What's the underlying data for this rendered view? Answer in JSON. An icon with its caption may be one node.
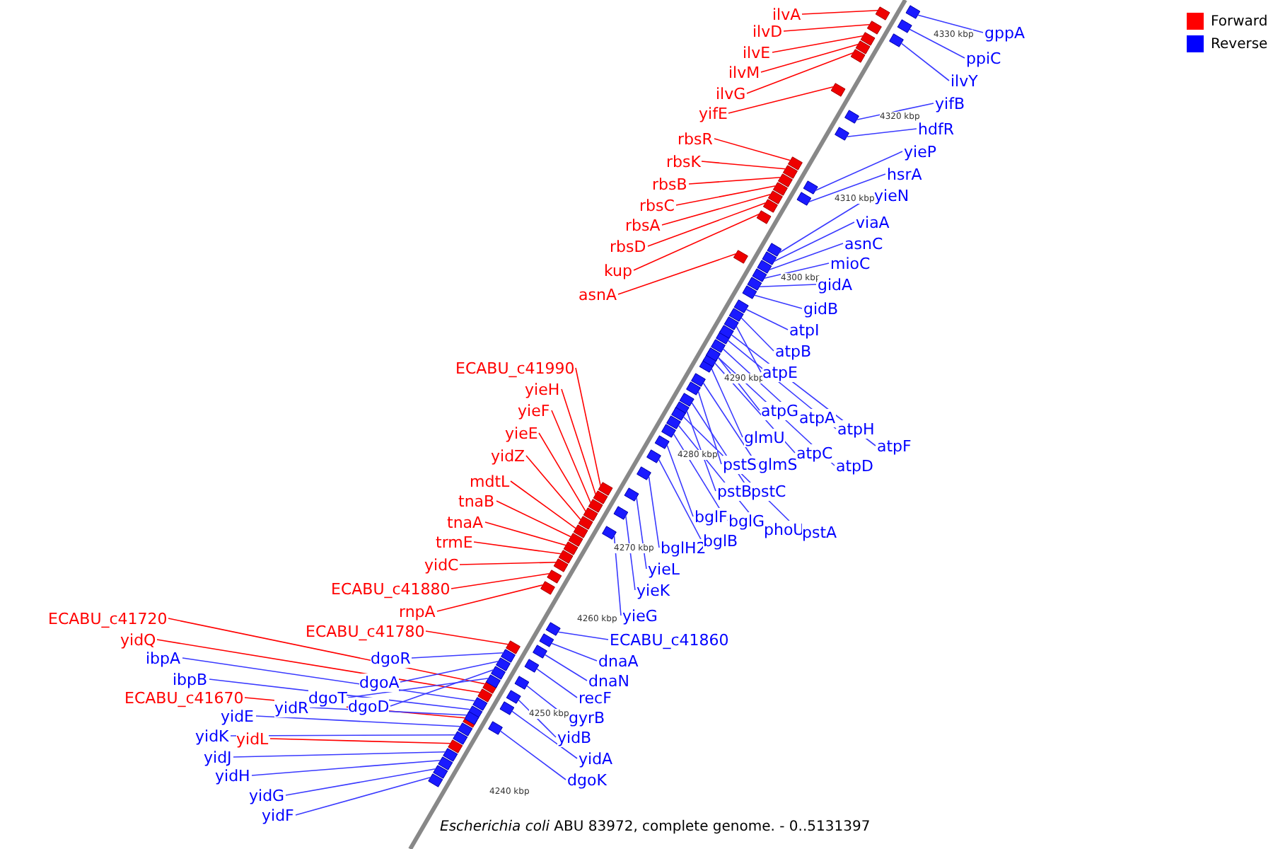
{
  "diagram": {
    "caption": "*Escherichia coli* ABU 83972, complete genome. - 0..5131397",
    "nodes": [
      {
        "text": [
          "ilvA"
        ]
      },
      {
        "text": [
          "ilvD"
        ]
      },
      {
        "text": [
          "ilvE"
        ]
      },
      {
        "text": [
          "ilvM"
        ]
      },
      {
        "text": [
          "ilvG"
        ]
      },
      {
        "text": [
          "yifE"
        ]
      },
      {
        "text": [
          "rbsR"
        ]
      },
      {
        "text": [
          "rbsK"
        ]
      },
      {
        "text": [
          "rbsB"
        ]
      },
      {
        "text": [
          "rbsC"
        ]
      },
      {
        "text": [
          "rbsA"
        ]
      },
      {
        "text": [
          "rbsD"
        ]
      },
      {
        "text": [
          "kup"
        ]
      },
      {
        "text": [
          "asnA"
        ]
      },
      {
        "text": [
          "ECABU_c41990"
        ]
      },
      {
        "text": [
          "yieH"
        ]
      },
      {
        "text": [
          "yieF"
        ]
      },
      {
        "text": [
          "yieE"
        ]
      },
      {
        "text": [
          "yidZ"
        ]
      },
      {
        "text": [
          "mdtL"
        ]
      },
      {
        "text": [
          "tnaB"
        ]
      },
      {
        "text": [
          "tnaA"
        ]
      },
      {
        "text": [
          "trmE"
        ]
      },
      {
        "text": [
          "yidC"
        ]
      },
      {
        "text": [
          "ECABU_c41880"
        ]
      },
      {
        "text": [
          "rnpA"
        ]
      },
      {
        "text": [
          "ECABU_c41780"
        ]
      },
      {
        "text": [
          "ECABU_c41720"
        ]
      },
      {
        "text": [
          "yidQ"
        ]
      },
      {
        "text": [
          "ibpA"
        ]
      },
      {
        "text": [
          "ibpB"
        ]
      },
      {
        "text": [
          "ECABU_c41670"
        ]
      },
      {
        "text": [
          "yidE"
        ]
      },
      {
        "text": [
          "yidK"
        ]
      },
      {
        "text": [
          "yidL"
        ]
      },
      {
        "text": [
          "yidJ"
        ]
      },
      {
        "text": [
          "yidH"
        ]
      },
      {
        "text": [
          "yidG"
        ]
      },
      {
        "text": [
          "yidF"
        ]
      },
      {
        "text": [
          "yidR"
        ]
      },
      {
        "text": [
          "dgoT"
        ]
      },
      {
        "text": [
          "dgoD"
        ]
      },
      {
        "text": [
          "dgoR"
        ]
      },
      {
        "text": [
          "dgoA"
        ]
      },
      {
        "text": [
          "gppA"
        ]
      },
      {
        "text": [
          "ppiC"
        ]
      },
      {
        "text": [
          "ilvY"
        ]
      },
      {
        "text": [
          "yifB"
        ]
      },
      {
        "text": [
          "hdfR"
        ]
      },
      {
        "text": [
          "yieP"
        ]
      },
      {
        "text": [
          "hsrA"
        ]
      },
      {
        "text": [
          "yieN"
        ]
      },
      {
        "text": [
          "viaA"
        ]
      },
      {
        "text": [
          "asnC"
        ]
      },
      {
        "text": [
          "mioC"
        ]
      },
      {
        "text": [
          "gidA"
        ]
      },
      {
        "text": [
          "gidB"
        ]
      },
      {
        "text": [
          "atpI"
        ]
      },
      {
        "text": [
          "atpB"
        ]
      },
      {
        "text": [
          "atpE"
        ]
      },
      {
        "text": [
          "atpG"
        ]
      },
      {
        "text": [
          "atpA"
        ]
      },
      {
        "text": [
          "atpH"
        ]
      },
      {
        "text": [
          "atpF"
        ]
      },
      {
        "text": [
          "glmU"
        ]
      },
      {
        "text": [
          "atpC"
        ]
      },
      {
        "text": [
          "atpD"
        ]
      },
      {
        "text": [
          "pstS"
        ]
      },
      {
        "text": [
          "glmS"
        ]
      },
      {
        "text": [
          "pstB"
        ]
      },
      {
        "text": [
          "pstC"
        ]
      },
      {
        "text": [
          "bglF"
        ]
      },
      {
        "text": [
          "bglG"
        ]
      },
      {
        "text": [
          "phoU"
        ]
      },
      {
        "text": [
          "pstA"
        ]
      },
      {
        "text": [
          "bglH2"
        ]
      },
      {
        "text": [
          "bglB"
        ]
      },
      {
        "text": [
          "yieL"
        ]
      },
      {
        "text": [
          "yieK"
        ]
      },
      {
        "text": [
          "yieG"
        ]
      },
      {
        "text": [
          "ECABU_c41860"
        ]
      },
      {
        "text": [
          "dnaA"
        ]
      },
      {
        "text": [
          "dnaN"
        ]
      },
      {
        "text": [
          "recF"
        ]
      },
      {
        "text": [
          "gyrB"
        ]
      },
      {
        "text": [
          "yidB"
        ]
      },
      {
        "text": [
          "yidA"
        ]
      },
      {
        "text": [
          "dgoK"
        ]
      },
      {
        "text": [],
        "shape": "box"
      },
      {
        "text": [],
        "shape": "box"
      },
      {
        "text": [],
        "shape": "box"
      },
      {
        "text": [],
        "shape": "box"
      },
      {
        "text": [],
        "shape": "box"
      },
      {
        "text": [],
        "shape": "box"
      },
      {
        "text": [],
        "shape": "box"
      },
      {
        "text": [],
        "shape": "box"
      },
      {
        "text": [],
        "shape": "box"
      },
      {
        "text": [],
        "shape": "box"
      },
      {
        "text": [],
        "shape": "box"
      },
      {
        "text": [],
        "shape": "box"
      },
      {
        "text": [],
        "shape": "box"
      },
      {
        "text": [],
        "shape": "box"
      },
      {
        "text": [],
        "shape": "box"
      },
      {
        "text": [],
        "shape": "box"
      },
      {
        "text": [],
        "shape": "box"
      },
      {
        "text": [],
        "shape": "box"
      },
      {
        "text": [],
        "shape": "box"
      },
      {
        "text": [],
        "shape": "box"
      },
      {
        "text": [],
        "shape": "box"
      },
      {
        "text": [],
        "shape": "box"
      },
      {
        "text": [],
        "shape": "box"
      },
      {
        "text": [],
        "shape": "box"
      },
      {
        "text": [],
        "shape": "box"
      },
      {
        "text": [],
        "shape": "box"
      },
      {
        "text": [],
        "shape": "box"
      },
      {
        "text": [],
        "shape": "box"
      },
      {
        "text": [],
        "shape": "box"
      },
      {
        "text": [],
        "shape": "box"
      },
      {
        "text": [],
        "shape": "box"
      },
      {
        "text": [],
        "shape": "box"
      },
      {
        "text": [],
        "shape": "box"
      },
      {
        "text": [],
        "shape": "box"
      },
      {
        "text": [],
        "shape": "box"
      },
      {
        "text": [],
        "shape": "box"
      },
      {
        "text": [],
        "shape": "box"
      },
      {
        "text": [],
        "shape": "box"
      },
      {
        "text": [],
        "shape": "box"
      },
      {
        "text": [],
        "shape": "box"
      },
      {
        "text": [],
        "shape": "box"
      },
      {
        "text": [],
        "shape": "box"
      },
      {
        "text": [],
        "shape": "box"
      },
      {
        "text": [],
        "shape": "box"
      },
      {
        "text": [],
        "shape": "box"
      },
      {
        "text": [],
        "shape": "box"
      },
      {
        "text": [],
        "shape": "box"
      },
      {
        "text": [],
        "shape": "box"
      },
      {
        "text": [],
        "shape": "box"
      },
      {
        "text": [],
        "shape": "box"
      },
      {
        "text": [],
        "shape": "box"
      },
      {
        "text": [],
        "shape": "box"
      },
      {
        "text": [],
        "shape": "box"
      },
      {
        "text": [],
        "shape": "box"
      },
      {
        "text": [],
        "shape": "box"
      },
      {
        "text": [],
        "shape": "box"
      },
      {
        "text": [],
        "shape": "box"
      },
      {
        "text": [],
        "shape": "box"
      },
      {
        "text": [],
        "shape": "box"
      },
      {
        "text": [],
        "shape": "box"
      },
      {
        "text": [],
        "shape": "box"
      },
      {
        "text": [],
        "shape": "box"
      },
      {
        "text": [],
        "shape": "box"
      },
      {
        "text": [],
        "shape": "box"
      },
      {
        "text": [],
        "shape": "box"
      },
      {
        "text": [],
        "shape": "box"
      },
      {
        "text": [],
        "shape": "box"
      },
      {
        "text": [],
        "shape": "box"
      },
      {
        "text": [],
        "shape": "box"
      },
      {
        "text": [],
        "shape": "box"
      },
      {
        "text": [],
        "shape": "box"
      },
      {
        "text": [],
        "shape": "box"
      },
      {
        "text": [],
        "shape": "box"
      },
      {
        "text": [],
        "shape": "box"
      },
      {
        "text": [],
        "shape": "box"
      },
      {
        "text": [],
        "shape": "box"
      },
      {
        "text": [],
        "shape": "box"
      },
      {
        "text": [],
        "shape": "box"
      },
      {
        "text": [],
        "shape": "box"
      },
      {
        "text": [],
        "shape": "box"
      },
      {
        "text": [],
        "shape": "box"
      },
      {
        "text": [],
        "shape": "box"
      },
      {
        "text": [],
        "shape": "box"
      },
      {
        "text": [],
        "shape": "box"
      },
      {
        "text": [],
        "shape": "box"
      },
      {
        "text": [],
        "shape": "box"
      },
      {
        "text": [],
        "shape": "box"
      },
      {
        "text": [],
        "shape": "box"
      }
    ],
    "edges": [
      {
        "from": 0,
        "to": 88,
        "arrow": "none",
        "color": "#ff0000"
      },
      {
        "from": 1,
        "to": 89,
        "arrow": "none",
        "color": "#ff0000"
      },
      {
        "from": 2,
        "to": 90,
        "arrow": "none",
        "color": "#ff0000"
      },
      {
        "from": 3,
        "to": 91,
        "arrow": "none",
        "color": "#ff0000"
      },
      {
        "from": 4,
        "to": 92,
        "arrow": "none",
        "color": "#ff0000"
      },
      {
        "from": 5,
        "to": 93,
        "arrow": "none",
        "color": "#ff0000"
      },
      {
        "from": 6,
        "to": 94,
        "arrow": "none",
        "color": "#ff0000"
      },
      {
        "from": 7,
        "to": 95,
        "arrow": "none",
        "color": "#ff0000"
      },
      {
        "from": 8,
        "to": 96,
        "arrow": "none",
        "color": "#ff0000"
      },
      {
        "from": 9,
        "to": 97,
        "arrow": "none",
        "color": "#ff0000"
      },
      {
        "from": 10,
        "to": 98,
        "arrow": "none",
        "color": "#ff0000"
      },
      {
        "from": 11,
        "to": 99,
        "arrow": "none",
        "color": "#ff0000"
      },
      {
        "from": 12,
        "to": 100,
        "arrow": "none",
        "color": "#ff0000"
      },
      {
        "from": 13,
        "to": 101,
        "arrow": "none",
        "color": "#ff0000"
      },
      {
        "from": 14,
        "to": 102,
        "arrow": "none",
        "color": "#ff0000"
      },
      {
        "from": 15,
        "to": 103,
        "arrow": "none",
        "color": "#ff0000"
      },
      {
        "from": 16,
        "to": 104,
        "arrow": "none",
        "color": "#ff0000"
      },
      {
        "from": 17,
        "to": 105,
        "arrow": "none",
        "color": "#ff0000"
      },
      {
        "from": 18,
        "to": 106,
        "arrow": "none",
        "color": "#ff0000"
      },
      {
        "from": 19,
        "to": 107,
        "arrow": "none",
        "color": "#ff0000"
      },
      {
        "from": 20,
        "to": 108,
        "arrow": "none",
        "color": "#ff0000"
      },
      {
        "from": 21,
        "to": 109,
        "arrow": "none",
        "color": "#ff0000"
      },
      {
        "from": 22,
        "to": 110,
        "arrow": "none",
        "color": "#ff0000"
      },
      {
        "from": 23,
        "to": 111,
        "arrow": "none",
        "color": "#ff0000"
      },
      {
        "from": 24,
        "to": 112,
        "arrow": "none",
        "color": "#ff0000"
      },
      {
        "from": 25,
        "to": 113,
        "arrow": "none",
        "color": "#ff0000"
      },
      {
        "from": 26,
        "to": 114,
        "arrow": "none",
        "color": "#ff0000"
      },
      {
        "from": 27,
        "to": 115,
        "arrow": "none",
        "color": "#ff0000"
      },
      {
        "from": 28,
        "to": 116,
        "arrow": "none",
        "color": "#ff0000"
      },
      {
        "from": 29,
        "to": 117,
        "arrow": "none"
      },
      {
        "from": 30,
        "to": 118,
        "arrow": "none"
      },
      {
        "from": 31,
        "to": 119,
        "arrow": "none",
        "color": "#ff0000"
      },
      {
        "from": 32,
        "to": 120,
        "arrow": "none"
      },
      {
        "from": 33,
        "to": 121,
        "arrow": "none"
      },
      {
        "from": 34,
        "to": 122,
        "arrow": "none",
        "color": "#ff0000"
      },
      {
        "from": 35,
        "to": 123,
        "arrow": "none"
      },
      {
        "from": 36,
        "to": 124,
        "arrow": "none"
      },
      {
        "from": 37,
        "to": 125,
        "arrow": "none"
      },
      {
        "from": 38,
        "to": 126,
        "arrow": "none"
      },
      {
        "from": 39,
        "to": 127,
        "arrow": "none"
      },
      {
        "from": 40,
        "to": 128,
        "arrow": "none"
      },
      {
        "from": 41,
        "to": 129,
        "arrow": "none"
      },
      {
        "from": 42,
        "to": 130,
        "arrow": "none"
      },
      {
        "from": 43,
        "to": 131,
        "arrow": "none"
      },
      {
        "from": 44,
        "to": 132,
        "arrow": "none"
      },
      {
        "from": 45,
        "to": 133,
        "arrow": "none"
      },
      {
        "from": 46,
        "to": 134,
        "arrow": "none"
      },
      {
        "from": 47,
        "to": 135,
        "arrow": "none"
      },
      {
        "from": 48,
        "to": 136,
        "arrow": "none"
      },
      {
        "from": 49,
        "to": 137,
        "arrow": "none"
      },
      {
        "from": 50,
        "to": 138,
        "arrow": "none"
      },
      {
        "from": 51,
        "to": 139,
        "arrow": "none"
      },
      {
        "from": 52,
        "to": 140,
        "arrow": "none"
      },
      {
        "from": 53,
        "to": 141,
        "arrow": "none"
      },
      {
        "from": 54,
        "to": 142,
        "arrow": "none"
      },
      {
        "from": 55,
        "to": 143,
        "arrow": "none"
      },
      {
        "from": 56,
        "to": 144,
        "arrow": "none"
      },
      {
        "from": 57,
        "to": 145,
        "arrow": "none"
      },
      {
        "from": 58,
        "to": 146,
        "arrow": "none"
      },
      {
        "from": 59,
        "to": 147,
        "arrow": "none"
      },
      {
        "from": 60,
        "to": 148,
        "arrow": "none"
      },
      {
        "from": 61,
        "to": 149,
        "arrow": "none"
      },
      {
        "from": 62,
        "to": 150,
        "arrow": "none"
      },
      {
        "from": 63,
        "to": 151,
        "arrow": "none"
      },
      {
        "from": 64,
        "to": 152,
        "arrow": "none"
      },
      {
        "from": 65,
        "to": 153,
        "arrow": "none"
      },
      {
        "from": 66,
        "to": 154,
        "arrow": "none"
      },
      {
        "from": 67,
        "to": 155,
        "arrow": "none"
      },
      {
        "from": 68,
        "to": 156,
        "arrow": "none"
      },
      {
        "from": 69,
        "to": 157,
        "arrow": "none"
      },
      {
        "from": 70,
        "to": 158,
        "arrow": "none"
      },
      {
        "from": 71,
        "to": 159,
        "arrow": "none"
      },
      {
        "from": 72,
        "to": 160,
        "arrow": "none"
      },
      {
        "from": 73,
        "to": 161,
        "arrow": "none"
      },
      {
        "from": 74,
        "to": 162,
        "arrow": "none"
      },
      {
        "from": 75,
        "to": 163,
        "arrow": "none"
      },
      {
        "from": 76,
        "to": 164,
        "arrow": "none"
      },
      {
        "from": 77,
        "to": 165,
        "arrow": "none"
      },
      {
        "from": 78,
        "to": 166,
        "arrow": "none"
      },
      {
        "from": 79,
        "to": 167,
        "arrow": "none"
      },
      {
        "from": 80,
        "to": 168,
        "arrow": "none"
      },
      {
        "from": 81,
        "to": 169,
        "arrow": "none"
      },
      {
        "from": 82,
        "to": 170,
        "arrow": "none"
      },
      {
        "from": 83,
        "to": 171,
        "arrow": "none"
      },
      {
        "from": 84,
        "to": 172,
        "arrow": "none"
      },
      {
        "from": 85,
        "to": 173,
        "arrow": "none"
      },
      {
        "from": 86,
        "to": 174,
        "arrow": "none"
      },
      {
        "from": 87,
        "to": 175,
        "arrow": "none"
      }
    ],
    "labels": [
      "4330 kbp",
      "4320 kbp",
      "4310 kbp",
      "4300 kbp",
      "4290 kbp",
      "4280 kbp",
      "4270 kbp",
      "4260 kbp",
      "4250 kbp",
      "4240 kbp"
    ],
    "legend": [
      {
        "text": "Forward",
        "color": "#ff0000"
      },
      {
        "text": "Reverse",
        "color": "#0000ff"
      }
    ]
  }
}
